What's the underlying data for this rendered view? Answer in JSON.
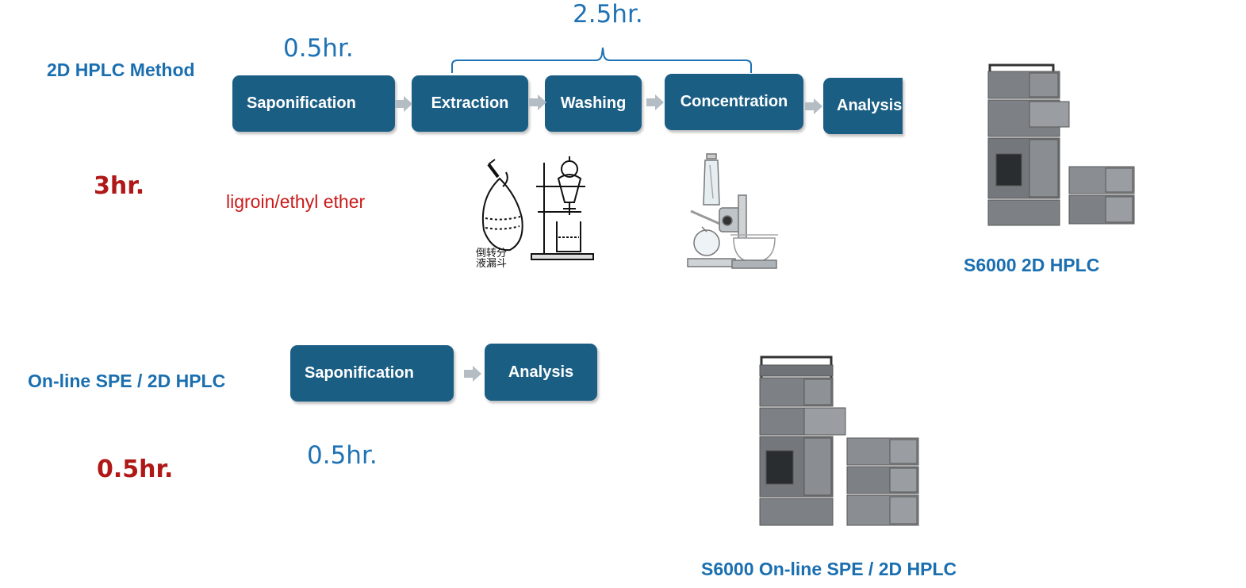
{
  "method1": {
    "label": "2D HPLC Method",
    "time_top_short": "0.5hr.",
    "time_top_long": "2.5hr.",
    "total_time": "3hr.",
    "solvent": "ligroin/ethyl ether",
    "steps": [
      "Saponification",
      "Extraction",
      "Washing",
      "Concentration",
      "Analysis"
    ],
    "instrument_caption": "S6000 2D HPLC",
    "funnel_label": "倒转分 液漏斗"
  },
  "method2": {
    "label": "On-line SPE / 2D HPLC",
    "time_step": "0.5hr.",
    "total_time": "0.5hr.",
    "steps": [
      "Saponification",
      "Analysis"
    ],
    "instrument_caption": "S6000 On-line SPE / 2D HPLC"
  },
  "colors": {
    "box": "#1b5e84",
    "label_blue": "#1a6fb0",
    "time_red": "#b01818",
    "arrow": "#b4bcc4"
  }
}
